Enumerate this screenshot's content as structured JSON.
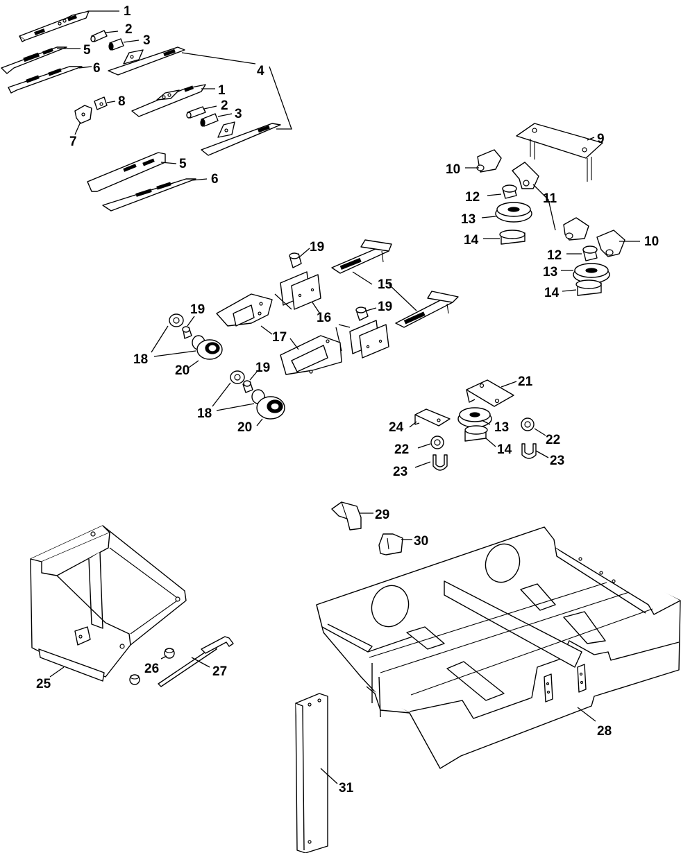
{
  "callouts": [
    {
      "id": "c1a",
      "text": "1"
    },
    {
      "id": "c2a",
      "text": "2"
    },
    {
      "id": "c3a",
      "text": "3"
    },
    {
      "id": "c5a",
      "text": "5"
    },
    {
      "id": "c6a",
      "text": "6"
    },
    {
      "id": "c4",
      "text": "4"
    },
    {
      "id": "c8",
      "text": "8"
    },
    {
      "id": "c7",
      "text": "7"
    },
    {
      "id": "c1b",
      "text": "1"
    },
    {
      "id": "c2b",
      "text": "2"
    },
    {
      "id": "c3b",
      "text": "3"
    },
    {
      "id": "c5b",
      "text": "5"
    },
    {
      "id": "c6b",
      "text": "6"
    },
    {
      "id": "c9",
      "text": "9"
    },
    {
      "id": "c10a",
      "text": "10"
    },
    {
      "id": "c11",
      "text": "11"
    },
    {
      "id": "c12a",
      "text": "12"
    },
    {
      "id": "c13a",
      "text": "13"
    },
    {
      "id": "c14a",
      "text": "14"
    },
    {
      "id": "c10b",
      "text": "10"
    },
    {
      "id": "c12b",
      "text": "12"
    },
    {
      "id": "c13b",
      "text": "13"
    },
    {
      "id": "c14b",
      "text": "14"
    },
    {
      "id": "c19a",
      "text": "19"
    },
    {
      "id": "c15",
      "text": "15"
    },
    {
      "id": "c16",
      "text": "16"
    },
    {
      "id": "c19b",
      "text": "19"
    },
    {
      "id": "c19c",
      "text": "19"
    },
    {
      "id": "c17",
      "text": "17"
    },
    {
      "id": "c18a",
      "text": "18"
    },
    {
      "id": "c20a",
      "text": "20"
    },
    {
      "id": "c19d",
      "text": "19"
    },
    {
      "id": "c18b",
      "text": "18"
    },
    {
      "id": "c20b",
      "text": "20"
    },
    {
      "id": "c21",
      "text": "21"
    },
    {
      "id": "c24",
      "text": "24"
    },
    {
      "id": "c13c",
      "text": "13"
    },
    {
      "id": "c14c",
      "text": "14"
    },
    {
      "id": "c22a",
      "text": "22"
    },
    {
      "id": "c22b",
      "text": "22"
    },
    {
      "id": "c23a",
      "text": "23"
    },
    {
      "id": "c23b",
      "text": "23"
    },
    {
      "id": "c29",
      "text": "29"
    },
    {
      "id": "c30",
      "text": "30"
    },
    {
      "id": "c25",
      "text": "25"
    },
    {
      "id": "c26",
      "text": "26"
    },
    {
      "id": "c27",
      "text": "27"
    },
    {
      "id": "c28",
      "text": "28"
    },
    {
      "id": "c31",
      "text": "31"
    }
  ]
}
